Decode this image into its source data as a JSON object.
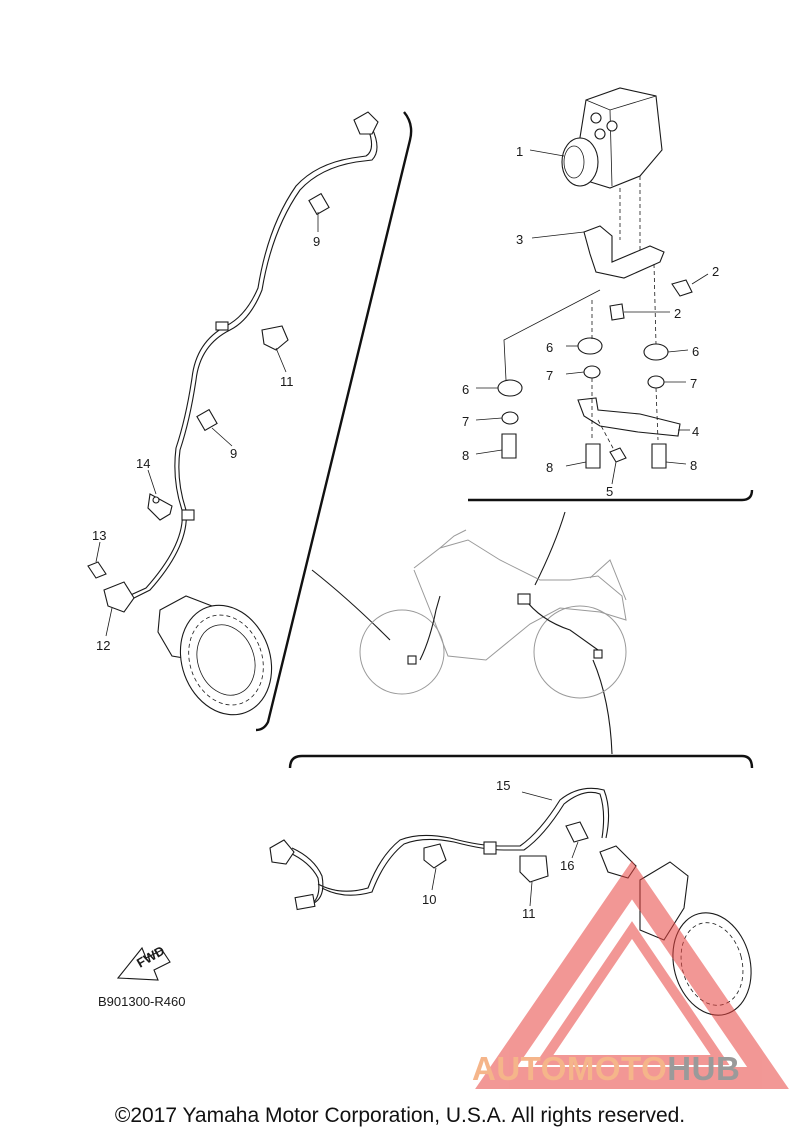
{
  "diagram": {
    "callouts": {
      "c1": "1",
      "c2a": "2",
      "c2b": "2",
      "c3": "3",
      "c4": "4",
      "c5": "5",
      "c6a": "6",
      "c6b": "6",
      "c6c": "6",
      "c7a": "7",
      "c7b": "7",
      "c7c": "7",
      "c8a": "8",
      "c8b": "8",
      "c8c": "8",
      "c9a": "9",
      "c9b": "9",
      "c10": "10",
      "c11a": "11",
      "c11b": "11",
      "c12": "12",
      "c13": "13",
      "c14": "14",
      "c15": "15",
      "c16": "16"
    },
    "fwd_label": "FWD",
    "code": "B901300-R460",
    "copyright": "©2017 Yamaha Motor Corporation, U.S.A. All rights reserved."
  },
  "watermark": {
    "text_part1": "AUTOMOTO",
    "text_part2": "HUB",
    "color_primary": "#e8433f",
    "color_secondary": "#9a9a9a"
  }
}
